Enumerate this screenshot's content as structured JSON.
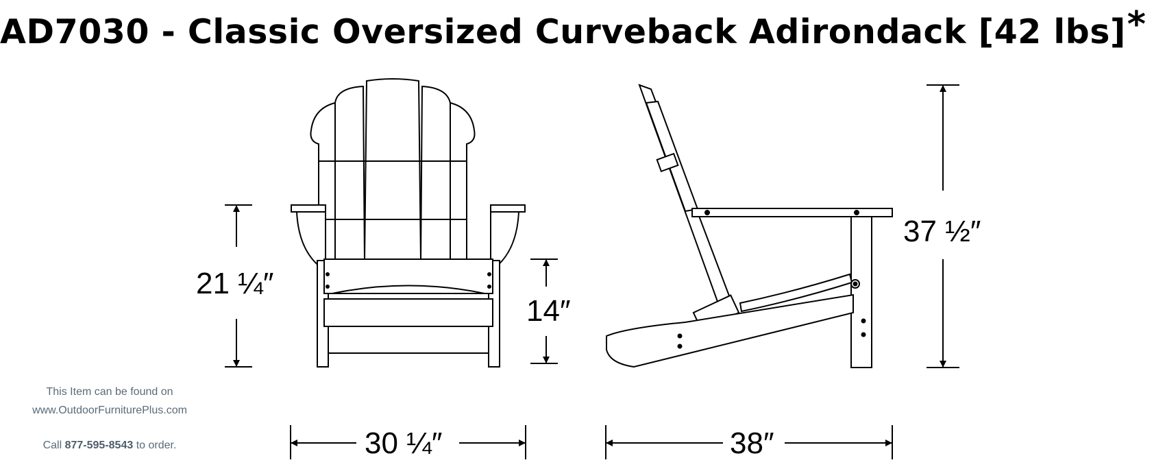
{
  "title": {
    "text": "AD7030 - Classic Oversized Curveback Adirondack [42 lbs]",
    "asterisk": "*"
  },
  "dimensions": {
    "arm_height": "21 ¼″",
    "seat_height": "14″",
    "overall_height": "37 ½″",
    "width": "30 ¼″",
    "depth": "38″"
  },
  "promo": {
    "line1": "This Item can be found on",
    "line2": "www.OutdoorFurniturePlus.com",
    "call_prefix": "Call ",
    "phone": "877-595-8543",
    "call_suffix": " to order."
  }
}
